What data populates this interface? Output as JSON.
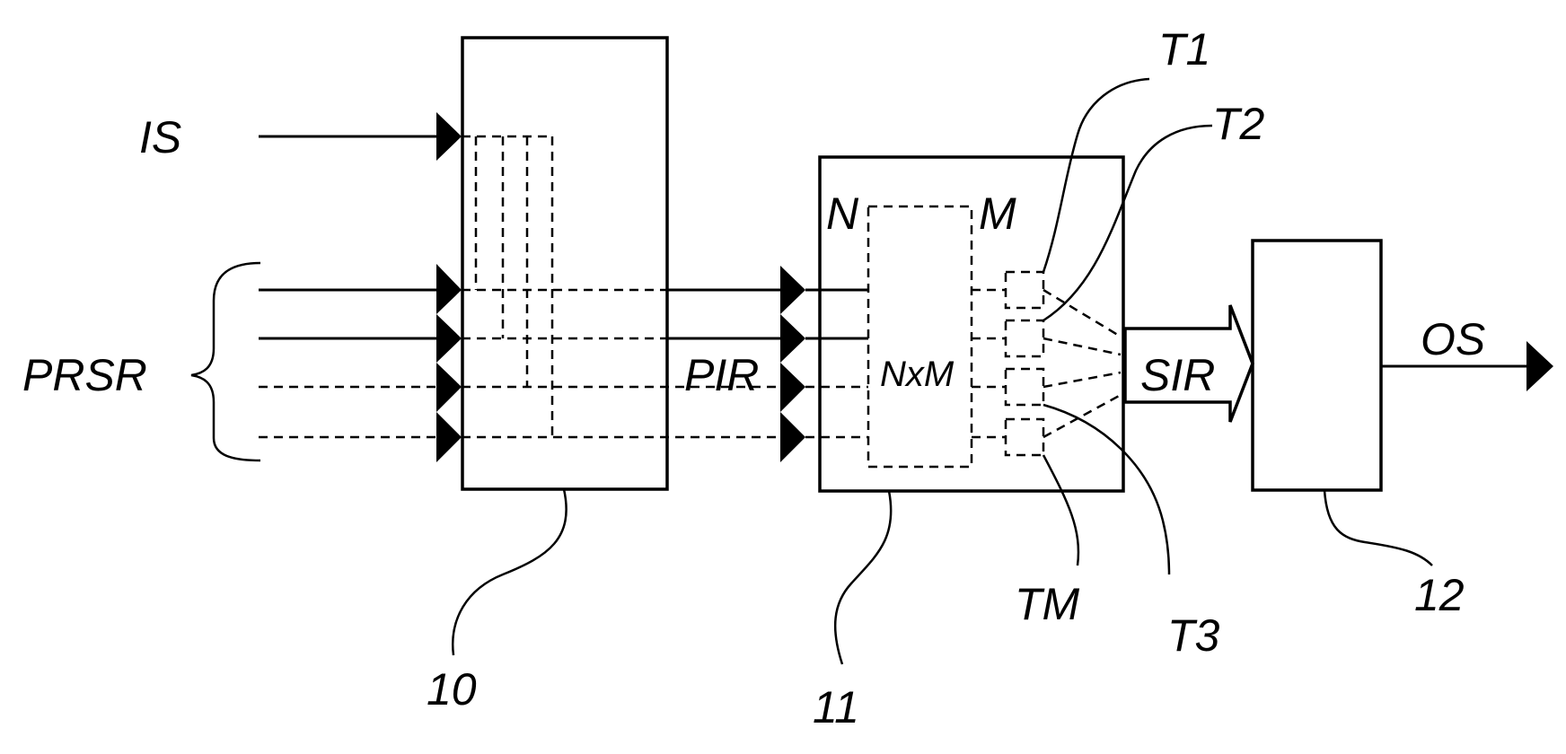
{
  "labels": {
    "IS": "IS",
    "PRSR": "PRSR",
    "PIR": "PIR",
    "SIR": "SIR",
    "OS": "OS",
    "N": "N",
    "M": "M",
    "NxM": "NxM",
    "T1": "T1",
    "T2": "T2",
    "T3": "T3",
    "TM": "TM",
    "ref10": "10",
    "ref11": "11",
    "ref12": "12"
  }
}
